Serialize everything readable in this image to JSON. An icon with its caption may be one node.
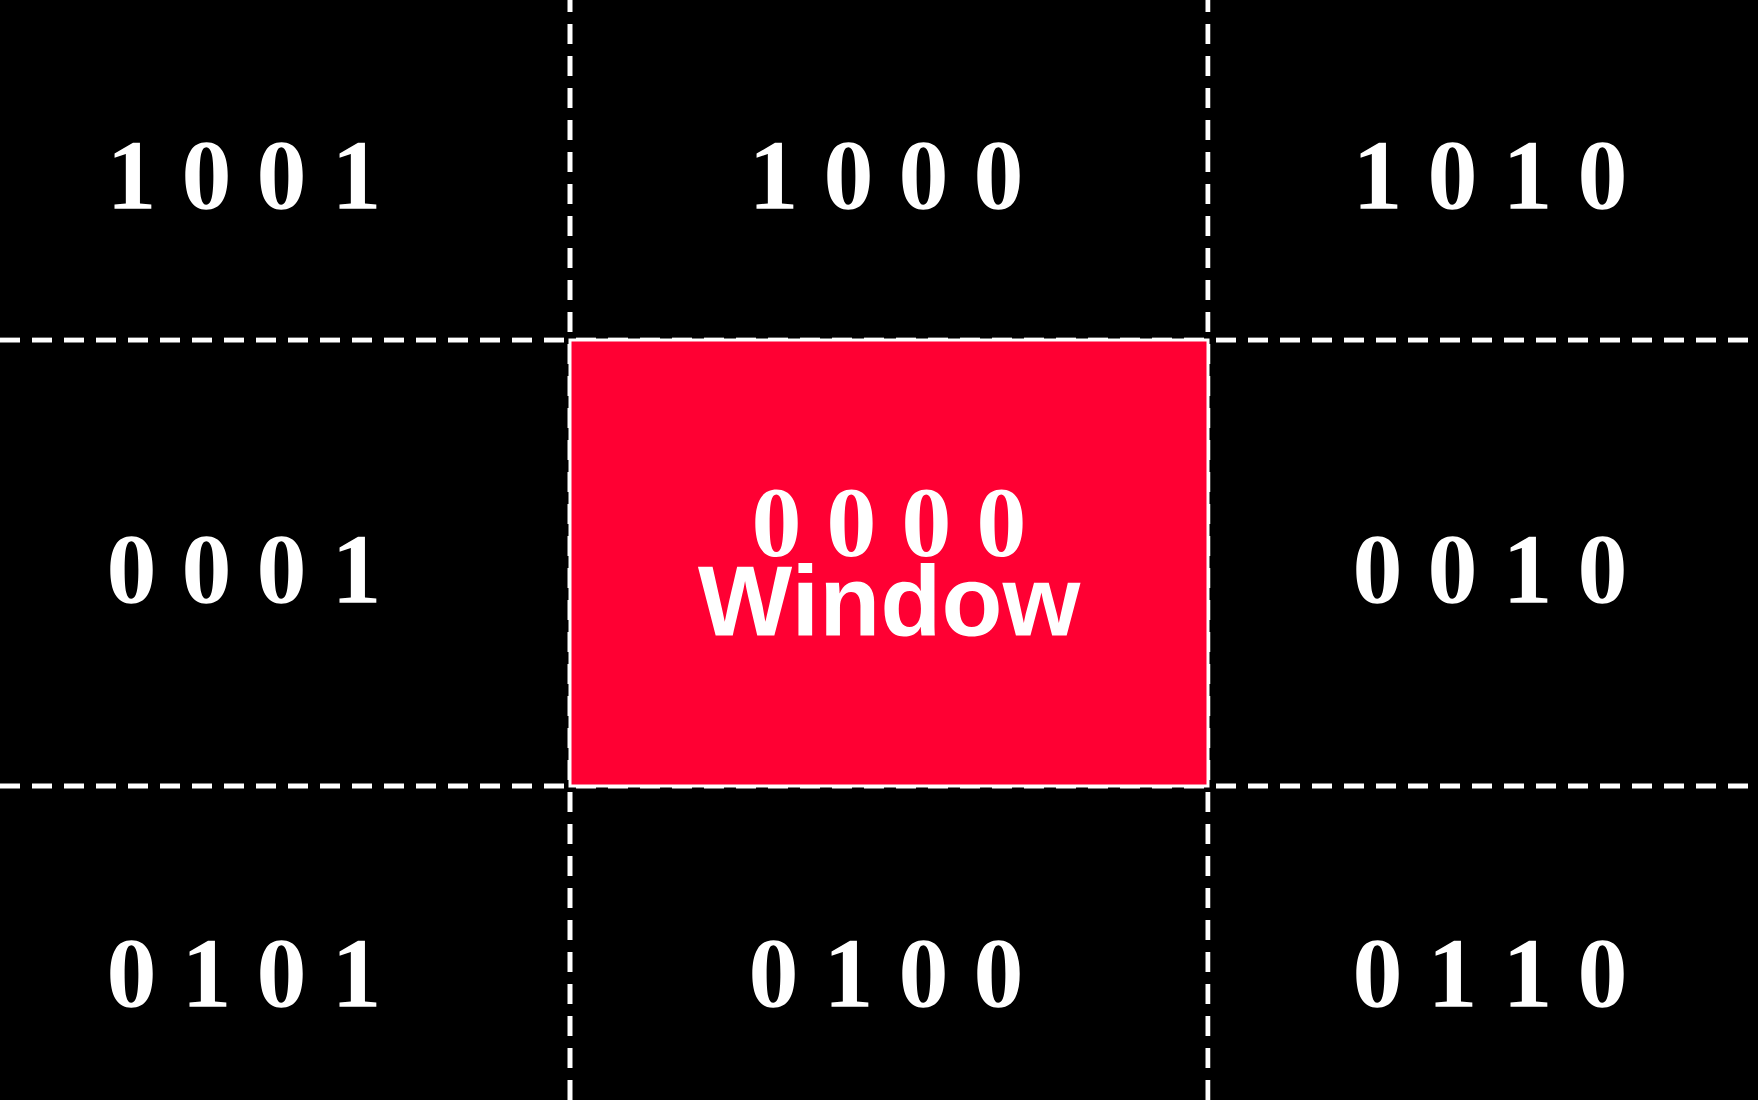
{
  "diagram": {
    "nodes": [
      {
        "text": [
          "0 0 0 0",
          "Window"
        ]
      }
    ],
    "labels": [
      "1 0 0 1",
      "1 0 0 0",
      "1 0 1 0",
      "0 0 0 1",
      "0 0 1 0",
      "0 1 0 1",
      "0 1 0 0",
      "0 1 1 0"
    ]
  }
}
